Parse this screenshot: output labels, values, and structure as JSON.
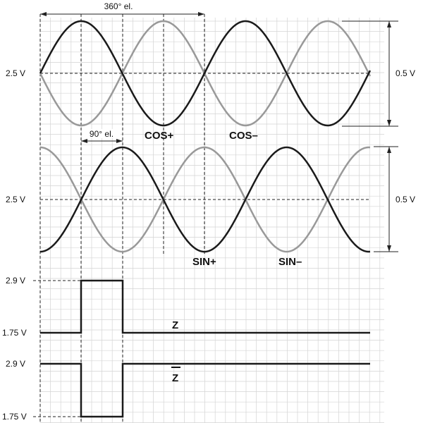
{
  "colors": {
    "grid": "#d4d4d4",
    "dark_wave": "#1a1a1a",
    "light_wave": "#999999",
    "guide": "#222222",
    "text": "#111111"
  },
  "annotations": {
    "period": "360° el.",
    "quarter": "90° el."
  },
  "cos_block": {
    "level_label": "2.5 V",
    "amplitude_label": "0.5 V",
    "plus_label": "COS+",
    "minus_label": "COS–"
  },
  "sin_block": {
    "level_label": "2.5 V",
    "amplitude_label": "0.5 V",
    "plus_label": "SIN+",
    "minus_label": "SIN–"
  },
  "z_block": {
    "z_high_label": "2.9 V",
    "z_low_label": "1.75 V",
    "z_label": "Z",
    "zbar_high_label": "2.9 V",
    "zbar_low_label": "1.75 V",
    "zbar_label": "Z"
  }
}
